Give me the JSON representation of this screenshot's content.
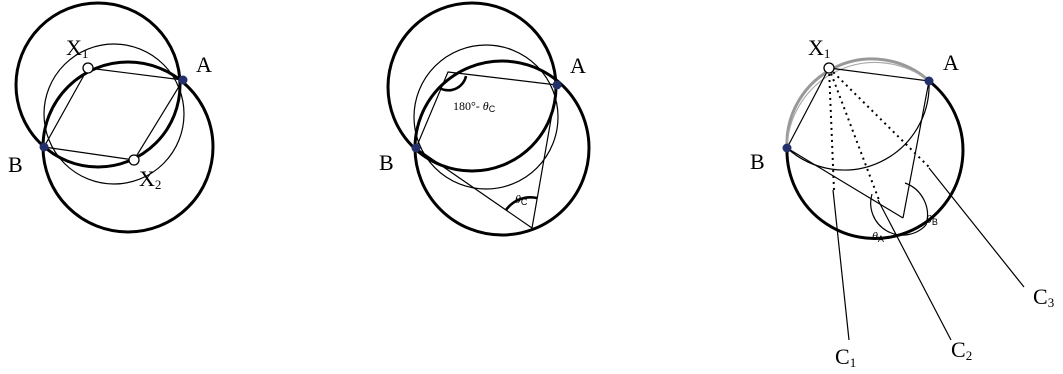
{
  "colors": {
    "stroke": "#000000",
    "arc_gray": "#999999",
    "point_fill": "#24306a",
    "open_point_fill": "#ffffff"
  },
  "panel1": {
    "A": "A",
    "B": "B",
    "X1": {
      "base": "X",
      "sub": "1"
    },
    "X2": {
      "base": "X",
      "sub": "2"
    }
  },
  "panel2": {
    "A": "A",
    "B": "B",
    "angle_top": {
      "prefix": "180°- ",
      "theta": "θ",
      "sub": "C"
    },
    "angle_bottom": {
      "theta": "θ",
      "sub": "C"
    }
  },
  "panel3": {
    "A": "A",
    "B": "B",
    "X1": {
      "base": "X",
      "sub": "1"
    },
    "C1": {
      "base": "C",
      "sub": "1"
    },
    "C2": {
      "base": "C",
      "sub": "2"
    },
    "C3": {
      "base": "C",
      "sub": "3"
    },
    "theta_A": {
      "theta": "θ",
      "sub": "A"
    },
    "theta_B": {
      "theta": "θ",
      "sub": "B"
    }
  }
}
